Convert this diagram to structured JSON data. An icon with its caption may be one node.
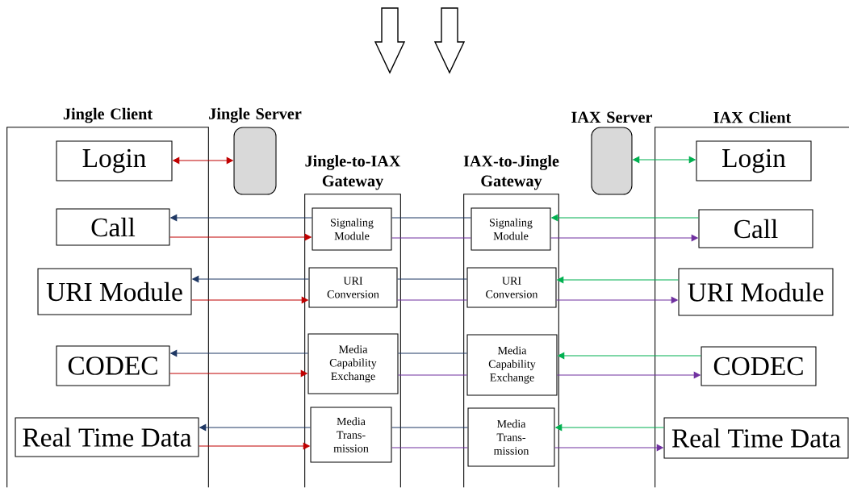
{
  "diagram": {
    "nodes": [
      {
        "text": [
          "Jingle Client"
        ]
      },
      {
        "text": [
          "Login"
        ],
        "in": 0
      },
      {
        "text": [
          "Call"
        ],
        "in": 0
      },
      {
        "text": [
          "URI Module"
        ],
        "in": 0
      },
      {
        "text": [
          "CODEC"
        ],
        "in": 0
      },
      {
        "text": [
          "Real Time Data"
        ],
        "in": 0
      },
      {
        "text": [
          "Jingle Server"
        ]
      },
      {
        "text": [
          "Jingle-to-IAX Gateway"
        ]
      },
      {
        "text": [
          "Signaling Module"
        ],
        "in": 7
      },
      {
        "text": [
          "URI Conversion"
        ],
        "in": 7
      },
      {
        "text": [
          "Media Capability Exchange"
        ],
        "in": 7
      },
      {
        "text": [
          "Media Trans- mission"
        ],
        "in": 7
      },
      {
        "text": [
          "IAX Server"
        ]
      },
      {
        "text": [
          "IAX-to-Jingle Gateway"
        ]
      },
      {
        "text": [
          "Signaling Module"
        ],
        "in": 13
      },
      {
        "text": [
          "URI Conversion"
        ],
        "in": 13
      },
      {
        "text": [
          "Media Capability Exchange"
        ],
        "in": 13
      },
      {
        "text": [
          "Media Trans- mission"
        ],
        "in": 13
      },
      {
        "text": [
          "IAX Client"
        ]
      },
      {
        "text": [
          "Login"
        ],
        "in": 18
      },
      {
        "text": [
          "Call"
        ],
        "in": 18
      },
      {
        "text": [
          "URI Module"
        ],
        "in": 18
      },
      {
        "text": [
          "CODEC"
        ],
        "in": 18
      },
      {
        "text": [
          "Real Time Data"
        ],
        "in": 18
      }
    ],
    "edges": [
      {
        "from": 1,
        "to": 6,
        "arrow": "both",
        "color": "#c00000"
      },
      {
        "from": 12,
        "to": 19,
        "arrow": "both",
        "color": "#00b050"
      },
      {
        "from": 14,
        "to": 8,
        "arrow": "none",
        "color": "#1f3864"
      },
      {
        "from": 8,
        "to": 2,
        "arrow": "to",
        "color": "#1f3864"
      },
      {
        "from": 2,
        "to": 8,
        "arrow": "to",
        "color": "#c00000"
      },
      {
        "from": 8,
        "to": 14,
        "arrow": "none",
        "color": "#7030a0"
      },
      {
        "from": 14,
        "to": 20,
        "arrow": "to",
        "color": "#7030a0"
      },
      {
        "from": 20,
        "to": 14,
        "arrow": "to",
        "color": "#00b050"
      },
      {
        "from": 15,
        "to": 9,
        "arrow": "none",
        "color": "#1f3864"
      },
      {
        "from": 9,
        "to": 3,
        "arrow": "to",
        "color": "#1f3864"
      },
      {
        "from": 3,
        "to": 9,
        "arrow": "to",
        "color": "#c00000"
      },
      {
        "from": 9,
        "to": 15,
        "arrow": "none",
        "color": "#7030a0"
      },
      {
        "from": 15,
        "to": 21,
        "arrow": "to",
        "color": "#7030a0"
      },
      {
        "from": 21,
        "to": 15,
        "arrow": "to",
        "color": "#00b050"
      },
      {
        "from": 16,
        "to": 10,
        "arrow": "none",
        "color": "#1f3864"
      },
      {
        "from": 10,
        "to": 4,
        "arrow": "to",
        "color": "#1f3864"
      },
      {
        "from": 4,
        "to": 10,
        "arrow": "to",
        "color": "#c00000"
      },
      {
        "from": 10,
        "to": 16,
        "arrow": "none",
        "color": "#7030a0"
      },
      {
        "from": 16,
        "to": 22,
        "arrow": "to",
        "color": "#7030a0"
      },
      {
        "from": 22,
        "to": 16,
        "arrow": "to",
        "color": "#00b050"
      },
      {
        "from": 17,
        "to": 11,
        "arrow": "none",
        "color": "#1f3864"
      },
      {
        "from": 11,
        "to": 5,
        "arrow": "to",
        "color": "#1f3864"
      },
      {
        "from": 5,
        "to": 11,
        "arrow": "to",
        "color": "#c00000"
      },
      {
        "from": 11,
        "to": 17,
        "arrow": "none",
        "color": "#7030a0"
      },
      {
        "from": 17,
        "to": 23,
        "arrow": "to",
        "color": "#7030a0"
      },
      {
        "from": 23,
        "to": 17,
        "arrow": "to",
        "color": "#00b050"
      }
    ]
  }
}
